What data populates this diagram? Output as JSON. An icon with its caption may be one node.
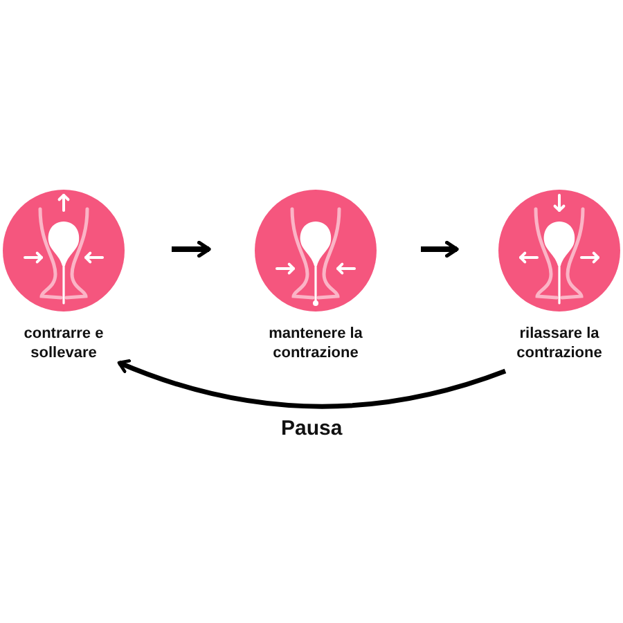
{
  "diagram": {
    "nodes": [
      {
        "text": [
          "contrarre e sollevare"
        ]
      },
      {
        "text": [
          "mantenere la contrazione"
        ]
      },
      {
        "text": [
          "rilassare la contrazione"
        ]
      }
    ],
    "edges": [
      {
        "from": 0,
        "to": 1,
        "arrow": "to"
      },
      {
        "from": 1,
        "to": 2,
        "arrow": "to"
      },
      {
        "from": 2,
        "to": 0,
        "arrow": "to",
        "label": "Pausa"
      }
    ]
  }
}
